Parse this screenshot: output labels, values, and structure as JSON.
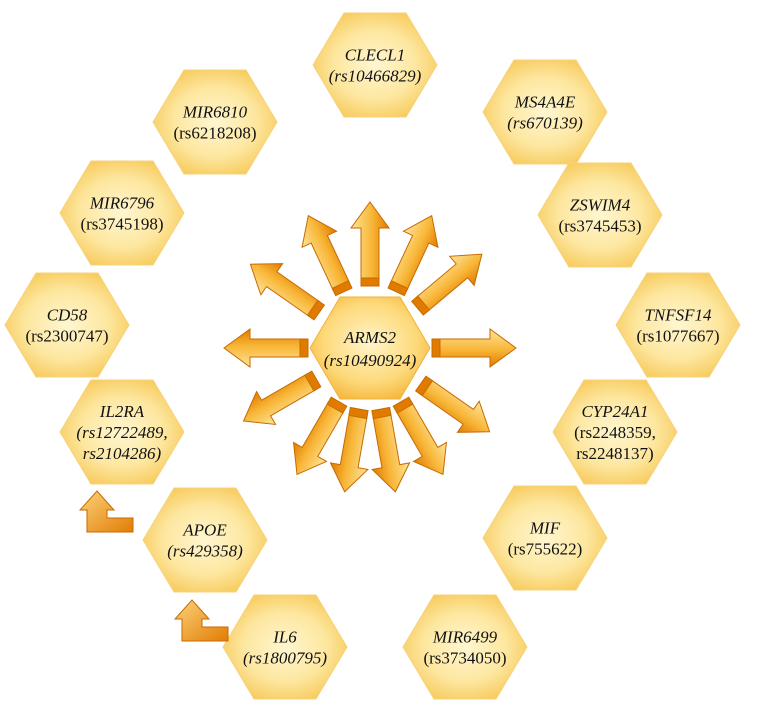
{
  "center": {
    "gene": "ARMS2",
    "snp": "(rs10490924)"
  },
  "nodes": [
    {
      "id": "clecl1",
      "gene": "CLECL1",
      "snp_lines": [
        "(rs10466829)"
      ],
      "snp_italic": true
    },
    {
      "id": "ms4a4e",
      "gene": "MS4A4E",
      "snp_lines": [
        "(rs670139)"
      ],
      "snp_italic": true
    },
    {
      "id": "zswim4",
      "gene": "ZSWIM4",
      "snp_lines": [
        "(rs3745453)"
      ],
      "snp_italic": false
    },
    {
      "id": "tnfsf14",
      "gene": "TNFSF14",
      "snp_lines": [
        "(rs1077667)"
      ],
      "snp_italic": false
    },
    {
      "id": "cyp24a1",
      "gene": "CYP24A1",
      "snp_lines": [
        "(rs2248359,",
        "rs2248137)"
      ],
      "snp_italic": false
    },
    {
      "id": "mif",
      "gene": "MIF",
      "snp_lines": [
        "(rs755622)"
      ],
      "snp_italic": false
    },
    {
      "id": "mir6499",
      "gene": "MIR6499",
      "snp_lines": [
        "(rs3734050)"
      ],
      "snp_italic": false
    },
    {
      "id": "il6",
      "gene": "IL6",
      "snp_lines": [
        "(rs1800795)"
      ],
      "snp_italic": true
    },
    {
      "id": "apoe",
      "gene": "APOE",
      "snp_lines": [
        "(rs429358)"
      ],
      "snp_italic": true
    },
    {
      "id": "il2ra",
      "gene": "IL2RA",
      "snp_lines": [
        "(rs12722489,",
        "rs2104286)"
      ],
      "snp_italic": true
    },
    {
      "id": "cd58",
      "gene": "CD58",
      "snp_lines": [
        "(rs2300747)"
      ],
      "snp_italic": false
    },
    {
      "id": "mir6796",
      "gene": "MIR6796",
      "snp_lines": [
        "(rs3745198)"
      ],
      "snp_italic": false
    },
    {
      "id": "mir6810",
      "gene": "MIR6810",
      "snp_lines": [
        "(rs6218208)"
      ],
      "snp_italic": false
    }
  ],
  "colors": {
    "hex_center": "#fff3c4",
    "hex_edge": "#f5c24a",
    "arrow_light": "#fde08a",
    "arrow_dark": "#e07b00",
    "arrow_edge": "#c86a00"
  }
}
